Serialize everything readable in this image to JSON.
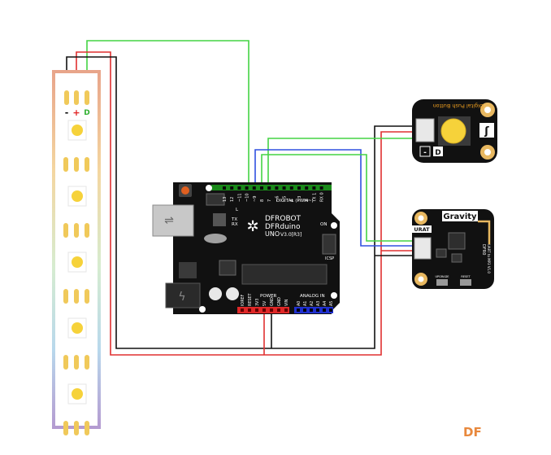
{
  "strip": {
    "pin_minus": "-",
    "pin_plus": "+",
    "pin_data": "D",
    "led_count": 5,
    "colors": {
      "led": "#f6d23a",
      "pad": "#f0c95a",
      "gradient": [
        "#e8a48a",
        "#f4d6a0",
        "#d6ecd0",
        "#b8d8ec",
        "#b49ad0"
      ]
    }
  },
  "arduino": {
    "brand": "DFROBOT",
    "model": "DFRduino",
    "variant": "UNO",
    "version": "V3.0[R3]",
    "digital_label": "DIGITAL (PWM~)",
    "analog_label": "ANALOG IN",
    "power_label": "POWER",
    "on_label": "ON",
    "icsp_label": "ICSP",
    "aref": "AREF",
    "gnd": "GND",
    "l_label": "L",
    "tx_label": "TX",
    "rx_label": "RX",
    "digital_pins": [
      "13",
      "12",
      "~11",
      "~10",
      "~9",
      "8",
      "7",
      "~6",
      "~5",
      "4",
      "~3",
      "2",
      "TX 1",
      "RX 0"
    ],
    "power_pins": [
      "IOREF",
      "RESET",
      "3V3",
      "5V",
      "GND",
      "GND",
      "VIN"
    ],
    "analog_pins": [
      "A0",
      "A1",
      "A2",
      "A3",
      "A4",
      "A5"
    ]
  },
  "button_module": {
    "title": "Digital Push Button",
    "pin_d": "D",
    "pin_minus": "-"
  },
  "gravity_module": {
    "title": "Gravity",
    "port": "URAT",
    "side_label1": "DFR0",
    "side_label2": "UART to MP3 V1.0",
    "upgrade": "UPGRADE",
    "reset": "RESET"
  },
  "logo": {
    "text": "DF"
  },
  "wire_colors": {
    "data": "#44d444",
    "vcc": "#e03030",
    "gnd": "#111111",
    "blue": "#3050e0"
  }
}
